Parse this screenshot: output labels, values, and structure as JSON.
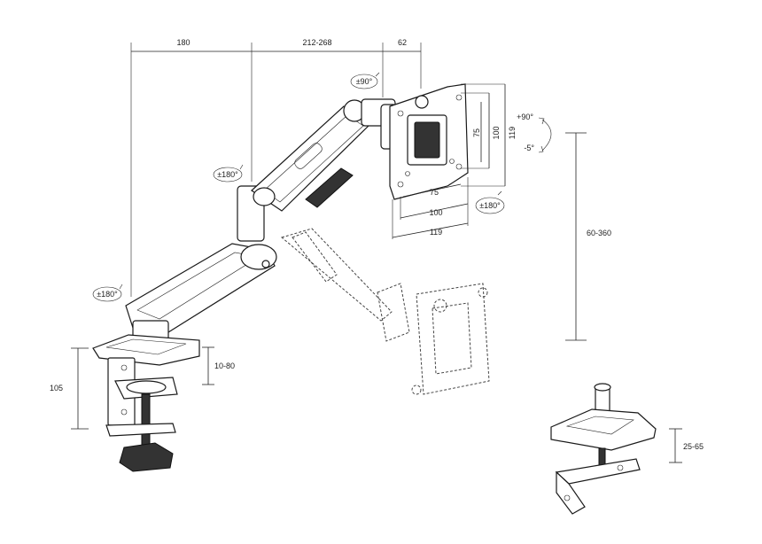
{
  "dimensions": {
    "top_left": "180",
    "top_mid": "212-268",
    "top_right": "62",
    "plate_h_75": "75",
    "plate_h_100": "100",
    "plate_h_119": "119",
    "plate_w_75": "75",
    "plate_w_100": "100",
    "plate_w_119": "119",
    "height_range": "60-360",
    "clamp_height": "105",
    "clamp_range": "10-80",
    "grommet_range": "25-65"
  },
  "rotations": {
    "swivel_top": "±90°",
    "elbow": "±180°",
    "base": "±180°",
    "plate": "±180°",
    "tilt_up": "+90°",
    "tilt_down": "-5°"
  }
}
